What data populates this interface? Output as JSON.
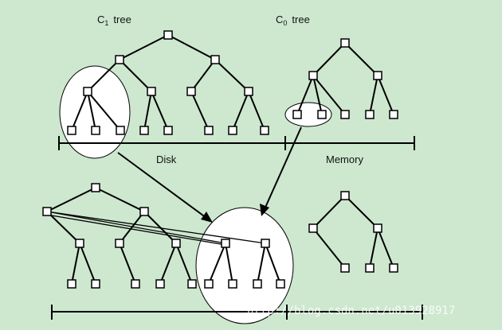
{
  "labels": {
    "c1_main": "C",
    "c1_sub": "1",
    "c1_rest": "tree",
    "c0_main": "C",
    "c0_sub": "0",
    "c0_rest": "tree",
    "disk": "Disk",
    "memory": "Memory"
  },
  "watermark": "http://blog.csdn.net/u013928917",
  "colors": {
    "background": "#cde8cf",
    "line": "#000000",
    "node_fill": "#ffffff",
    "ellipse_fill": "#ffffff"
  }
}
